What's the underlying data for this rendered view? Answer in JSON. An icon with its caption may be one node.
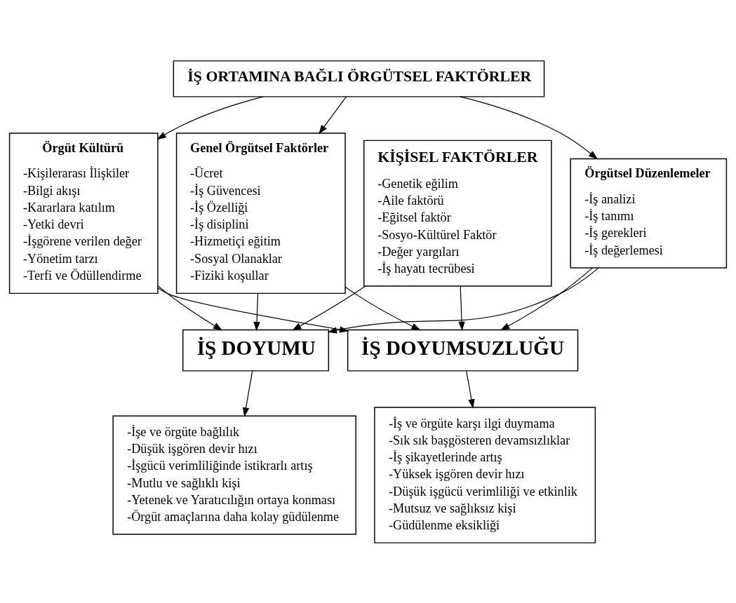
{
  "diagram": {
    "nodes": [
      {
        "text": [
          "KİŞİSEL FAKTÖRLER",
          "-Genetik eğilim",
          "-Aile faktörü",
          "-Eğitsel faktör",
          "-Sosyo-Kültürel Faktör",
          "-Değer yargıları",
          "-İş hayatı tecrübesi"
        ]
      },
      {
        "text": [
          "İŞ ORTAMINA BAĞLI ÖRGÜTSEL FAKTÖRLER"
        ]
      },
      {
        "text": [
          "Örgütsel Düzenlemeler",
          "-İş analizi",
          "-İş tanımı",
          "-İş gerekleri",
          "-İş değerlemesi"
        ]
      },
      {
        "text": [
          "Örgüt Kültürü",
          "-Kişilerarası İlişkiler",
          "-Bilgi akışı",
          "-Kararlara katılım",
          "-Yetki devri",
          "-İşgörene verilen değer",
          "-Yönetim tarzı",
          "-Terfi ve Ödüllendirme"
        ]
      },
      {
        "text": [
          "Genel Örgütsel Faktörler",
          "-Ücret",
          "-İş Güvencesi",
          "-İş Özelliği",
          "-İş disiplini",
          "-Hizmetiçi eğitim",
          "-Sosyal Olanaklar",
          "-Fiziki koşullar"
        ]
      },
      {
        "text": [
          "İŞ DOYUMU"
        ]
      },
      {
        "text": [
          "İŞ DOYUMSUZLUĞU"
        ]
      },
      {
        "text": [
          "-İşe ve örgüte bağlılık",
          "-Düşük işgören devir hızı",
          "-İşgücü verimliliğinde istikrarlı artış",
          "-Mutlu ve sağlıklı kişi",
          "-Yetenek ve Yaratıcılığın ortaya konması",
          "-Örgüt amaçlarına daha kolay güdülenme"
        ]
      },
      {
        "text": [
          "-İş ve örgüte karşı ilgi duymama",
          "-Sık sık başgösteren devamsızlıklar",
          "-İş şikayetlerinde artış",
          "-Yüksek işgören devir hızı",
          "-Düşük işgücü verimliliği ve etkinlik",
          "-Mutsuz ve sağlıksız kişi",
          "-Güdülenme eksikliği"
        ]
      }
    ],
    "edges": [
      {
        "from": 1,
        "to": 2,
        "arrow": "to"
      },
      {
        "from": 1,
        "to": 3,
        "arrow": "to"
      },
      {
        "from": 1,
        "to": 4,
        "arrow": "to"
      },
      {
        "from": 0,
        "to": 5,
        "arrow": "to"
      },
      {
        "from": 0,
        "to": 6,
        "arrow": "to"
      },
      {
        "from": 2,
        "to": 5,
        "arrow": "to"
      },
      {
        "from": 2,
        "to": 6,
        "arrow": "to"
      },
      {
        "from": 3,
        "to": 5,
        "arrow": "to"
      },
      {
        "from": 3,
        "to": 6,
        "arrow": "to"
      },
      {
        "from": 4,
        "to": 5,
        "arrow": "to"
      },
      {
        "from": 4,
        "to": 6,
        "arrow": "to"
      },
      {
        "from": 5,
        "to": 7,
        "arrow": "to"
      },
      {
        "from": 6,
        "to": 8,
        "arrow": "to"
      }
    ]
  }
}
